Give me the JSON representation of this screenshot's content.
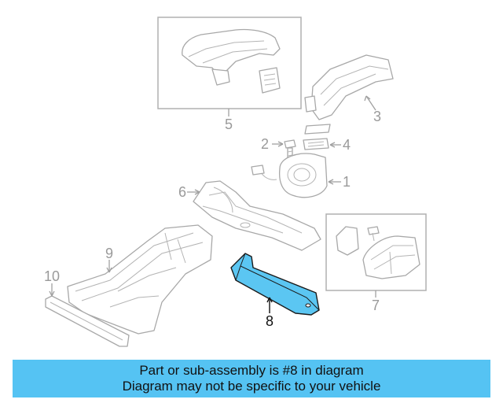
{
  "callouts": {
    "c1": "1",
    "c2": "2",
    "c3": "3",
    "c4": "4",
    "c5": "5",
    "c6": "6",
    "c7": "7",
    "c8": "8",
    "c9": "9",
    "c10": "10"
  },
  "highlight": {
    "part_number": "8",
    "color": "#55c3f3"
  },
  "banner": {
    "line1": "Part or sub-assembly is #8 in diagram",
    "line2": "Diagram may not be specific to your vehicle",
    "color": "#55c3f3"
  }
}
